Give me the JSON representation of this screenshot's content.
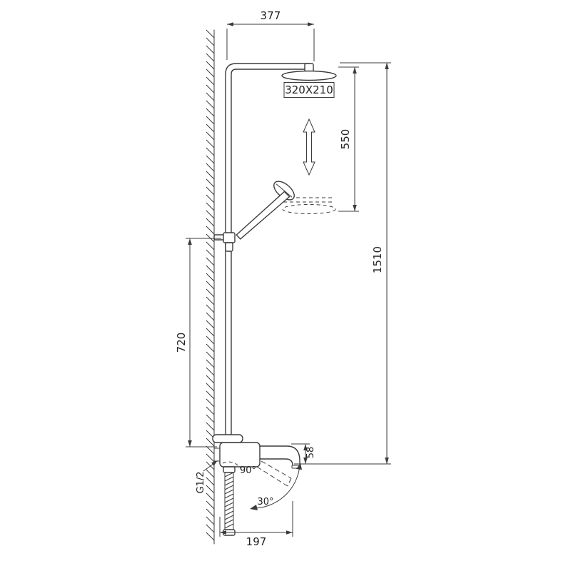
{
  "title": "shower-system-dimension-drawing",
  "colors": {
    "line": "#3b3b3b",
    "text": "#1f1f1f",
    "bg": "#ffffff"
  },
  "labels": {
    "top_width": "377",
    "head_size": "320X210",
    "adjustment_range": "550",
    "total_height": "1510",
    "hand_shower_height": "720",
    "spout_drop": "58",
    "inlet_thread": "G1/2",
    "handle_angle": "90°",
    "spout_angle": "30°",
    "spout_reach": "197"
  }
}
